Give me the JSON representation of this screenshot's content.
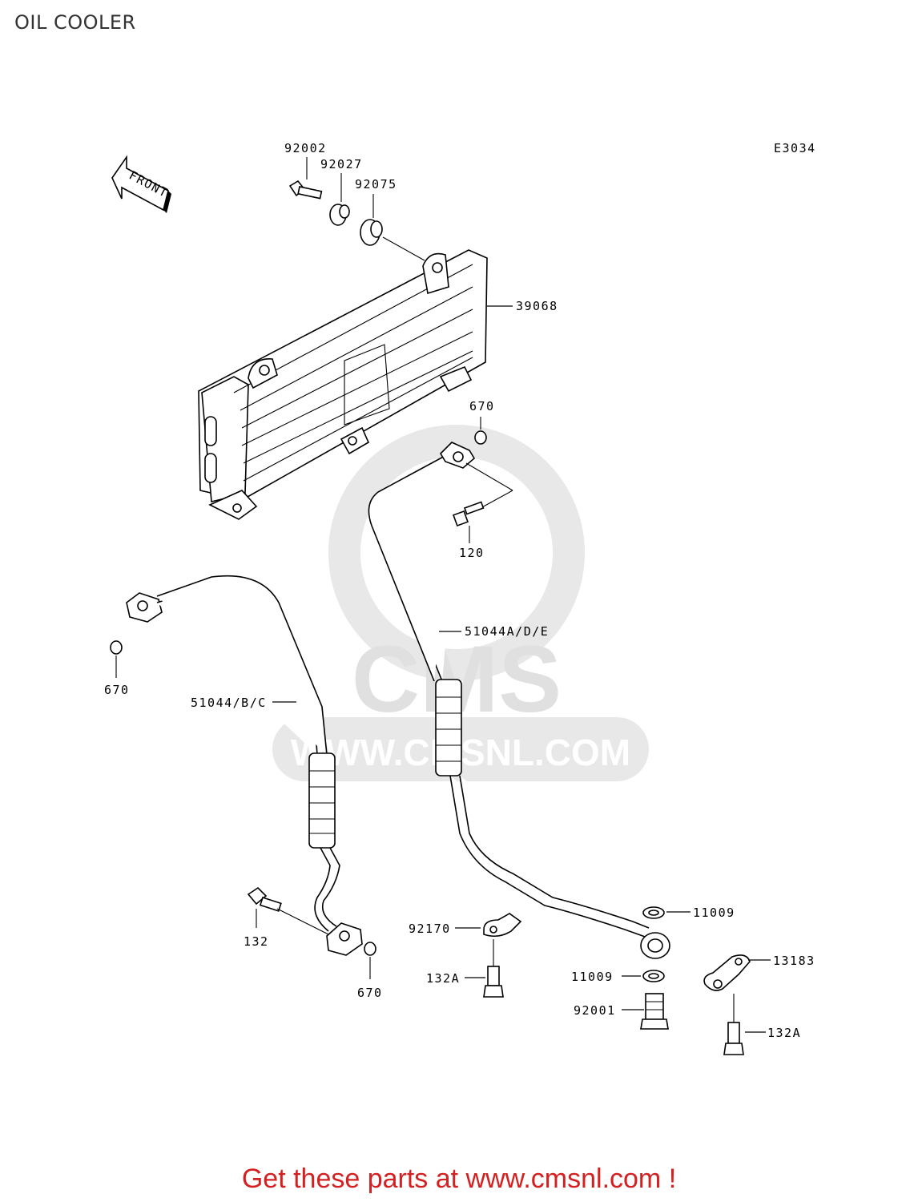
{
  "title": "OIL COOLER",
  "diagram_code": "E3034",
  "front_arrow": "FRONT",
  "watermark": {
    "brand": "CMS",
    "url": "WWW.CMSNL.COM"
  },
  "labels": {
    "p92002": "92002",
    "p92027": "92027",
    "p92075": "92075",
    "p39068": "39068",
    "p670_top": "670",
    "p120": "120",
    "p51044ade": "51044A/D/E",
    "p670_left": "670",
    "p51044bc": "51044/B/C",
    "p11009_top": "11009",
    "p92170": "92170",
    "p132": "132",
    "p13183": "13183",
    "p132a_left": "132A",
    "p11009_bottom": "11009",
    "p92001": "92001",
    "p670_bottom": "670",
    "p132a_right": "132A"
  },
  "footer": "Get these parts at www.cmsnl.com !",
  "colors": {
    "footer": "#d42020",
    "watermark": "#e6e6e6"
  }
}
